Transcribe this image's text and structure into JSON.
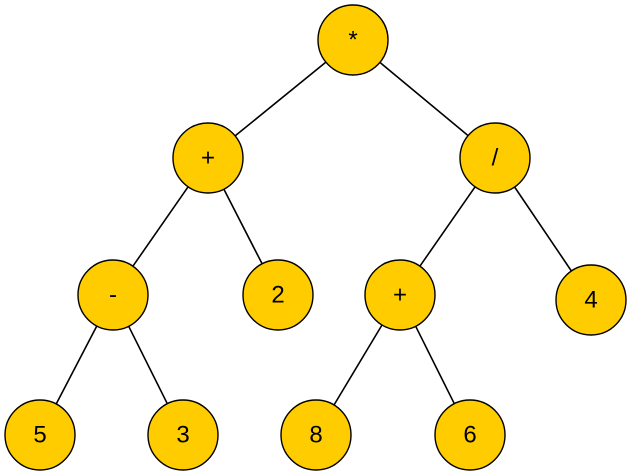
{
  "colors": {
    "node_fill": "#FFCC00",
    "node_stroke": "#000000",
    "edge": "#000000"
  },
  "nodes": [
    {
      "id": "root",
      "label": "*"
    },
    {
      "id": "plus1",
      "label": "+"
    },
    {
      "id": "div",
      "label": "/"
    },
    {
      "id": "minus",
      "label": "-"
    },
    {
      "id": "two",
      "label": "2"
    },
    {
      "id": "plus2",
      "label": "+"
    },
    {
      "id": "four",
      "label": "4"
    },
    {
      "id": "five",
      "label": "5"
    },
    {
      "id": "three",
      "label": "3"
    },
    {
      "id": "eight",
      "label": "8"
    },
    {
      "id": "six",
      "label": "6"
    }
  ],
  "edges": [
    {
      "from": "root",
      "to": "plus1"
    },
    {
      "from": "root",
      "to": "div"
    },
    {
      "from": "plus1",
      "to": "minus"
    },
    {
      "from": "plus1",
      "to": "two"
    },
    {
      "from": "div",
      "to": "plus2"
    },
    {
      "from": "div",
      "to": "four"
    },
    {
      "from": "minus",
      "to": "five"
    },
    {
      "from": "minus",
      "to": "three"
    },
    {
      "from": "plus2",
      "to": "eight"
    },
    {
      "from": "plus2",
      "to": "six"
    }
  ]
}
